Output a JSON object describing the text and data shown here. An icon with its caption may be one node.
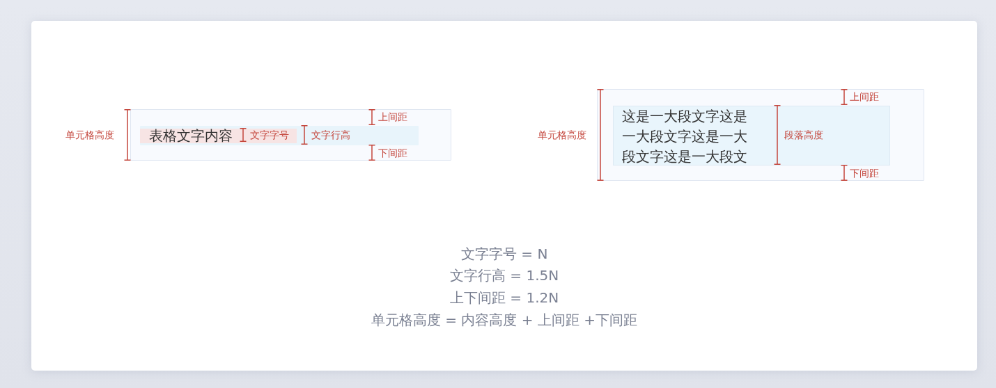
{
  "diagram": {
    "nodes": [
      {
        "text": [],
        "shape": "box"
      },
      {
        "text": [],
        "shape": "box",
        "in": 0
      },
      {
        "text": [
          "表格文字内容"
        ],
        "in": 1
      },
      {
        "text": [],
        "shape": "box"
      },
      {
        "text": [
          "这是一大段文字这是一大段文字这是一大段文字这是一大段文"
        ],
        "in": 3
      }
    ],
    "labels": [
      "上间距",
      "单元格高度",
      "文字字号",
      "文字行高",
      "下间距",
      "上间距",
      "单元格高度",
      "段落高度",
      "下间距",
      "文字字号 = N",
      "文字行高 = 1.5N",
      "上下间距 = 1.2N",
      "单元格高度 = 内容高度 + 上间距 +下间距"
    ]
  }
}
